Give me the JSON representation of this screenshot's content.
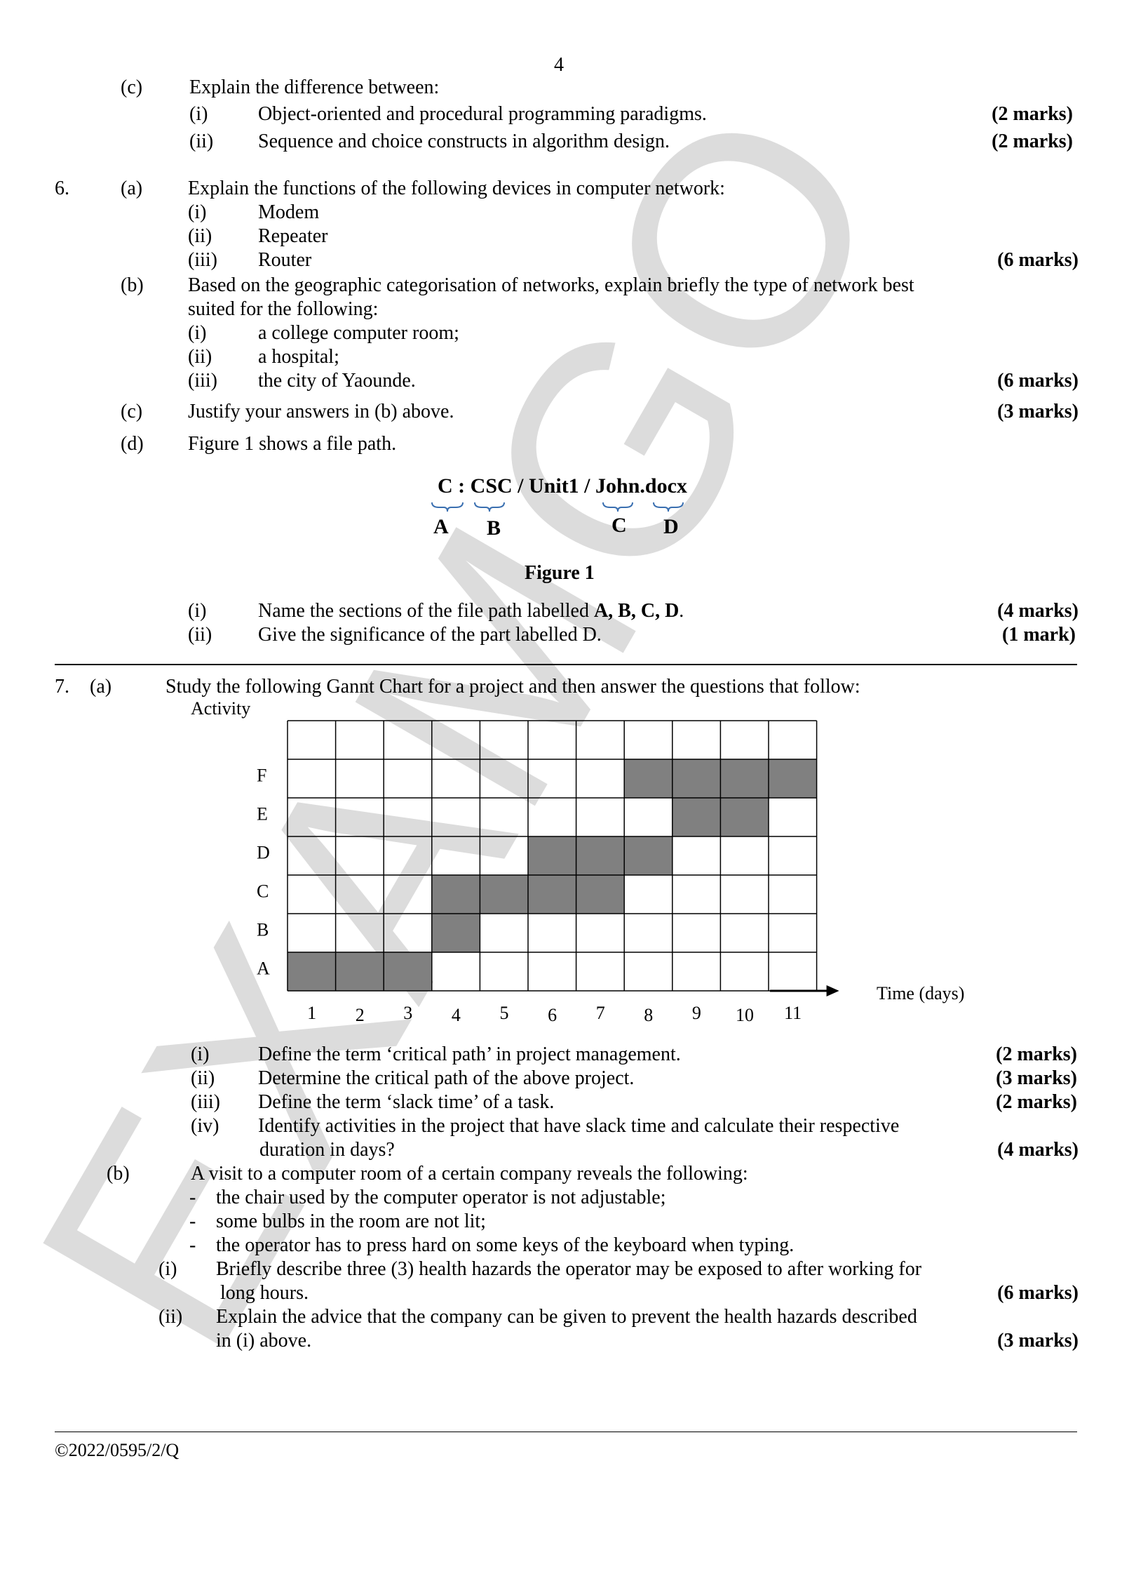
{
  "page_number": "4",
  "q5c": {
    "label": "(c)",
    "intro": "Explain the difference between:",
    "items": [
      {
        "num": "(i)",
        "text": "Object-oriented and procedural programming paradigms.",
        "marks": "(2 marks)"
      },
      {
        "num": "(ii)",
        "text": "Sequence and choice constructs in algorithm design.",
        "marks": "(2 marks)"
      }
    ]
  },
  "q6": {
    "num": "6.",
    "a": {
      "label": "(a)",
      "intro": "Explain the functions of the following devices in computer network:",
      "items": [
        {
          "num": "(i)",
          "text": "Modem"
        },
        {
          "num": "(ii)",
          "text": "Repeater"
        },
        {
          "num": "(iii)",
          "text": "Router"
        }
      ],
      "marks": "(6 marks)"
    },
    "b": {
      "label": "(b)",
      "line1": "Based on the geographic categorisation of networks, explain briefly the type of network best",
      "line2": "suited for the following:",
      "items": [
        {
          "num": "(i)",
          "text": "a college computer room;"
        },
        {
          "num": "(ii)",
          "text": "a hospital;"
        },
        {
          "num": "(iii)",
          "text": "the city of Yaounde."
        }
      ],
      "marks": "(6 marks)"
    },
    "c": {
      "label": "(c)",
      "text": "Justify your answers in (b) above.",
      "marks": "(3 marks)"
    },
    "d": {
      "label": "(d)",
      "text": "Figure 1 shows a file path.",
      "figure_path": "C : CSC / Unit1 / John.docx",
      "figure_letters": [
        "A",
        "B",
        "C",
        "D"
      ],
      "figure_caption": "Figure 1",
      "items": [
        {
          "num": "(i)",
          "text_pre": "Name the sections of the file path labelled ",
          "text_bold": "A, B, C, D",
          "text_post": ".",
          "marks": "(4 marks)"
        },
        {
          "num": "(ii)",
          "text": "Give the significance of the part labelled D.",
          "marks": "(1 mark)"
        }
      ]
    }
  },
  "q7": {
    "num": "7.",
    "a": {
      "label": "(a)",
      "intro": "Study the following Gannt Chart for a project and then answer the questions that follow:",
      "items": [
        {
          "num": "(i)",
          "text": "Define the term ‘critical path’ in project management.",
          "marks": "(2 marks)"
        },
        {
          "num": "(ii)",
          "text": "Determine the critical path of the above project.",
          "marks": "(3 marks)"
        },
        {
          "num": "(iii)",
          "text": "Define the term ‘slack time’ of a task.",
          "marks": "(2 marks)"
        },
        {
          "num": "(iv)",
          "text": "Identify activities in the project that have slack time and calculate their respective",
          "text2": "duration in days?",
          "marks": "(4 marks)"
        }
      ]
    },
    "b": {
      "label": "(b)",
      "intro": "A visit to a computer room of a certain company reveals the following:",
      "bullets": [
        "the chair used by the computer operator is not adjustable;",
        "some bulbs in the room are not lit;",
        "the operator has to press hard on some keys of the keyboard when typing."
      ],
      "bullet_mark": "-",
      "items": [
        {
          "num": "(i)",
          "text": "Briefly describe three (3) health hazards the operator may be exposed to after working for",
          "text2": "long hours.",
          "marks": "(6 marks)"
        },
        {
          "num": "(ii)",
          "text": "Explain the advice that the company can be given to prevent the health hazards described",
          "text2": "in (i) above.",
          "marks": "(3 marks)"
        }
      ]
    }
  },
  "chart_data": {
    "type": "gantt",
    "ylabel": "Activity",
    "xlabel": "Time (days)",
    "x_ticks": [
      "1",
      "2",
      "3",
      "4",
      "5",
      "6",
      "7",
      "8",
      "9",
      "10",
      "11"
    ],
    "activities": [
      {
        "name": "A",
        "start_day": 1,
        "end_day": 3
      },
      {
        "name": "B",
        "start_day": 4,
        "end_day": 4
      },
      {
        "name": "C",
        "start_day": 4,
        "end_day": 7
      },
      {
        "name": "D",
        "start_day": 6,
        "end_day": 8
      },
      {
        "name": "E",
        "start_day": 9,
        "end_day": 10
      },
      {
        "name": "F",
        "start_day": 8,
        "end_day": 11
      }
    ],
    "fill_color": "#808080",
    "grid": true
  },
  "footer": {
    "code": "©2022/0595/2/Q"
  },
  "watermark": {
    "text": "EXAMGO",
    "color": "#dcdcdc"
  }
}
